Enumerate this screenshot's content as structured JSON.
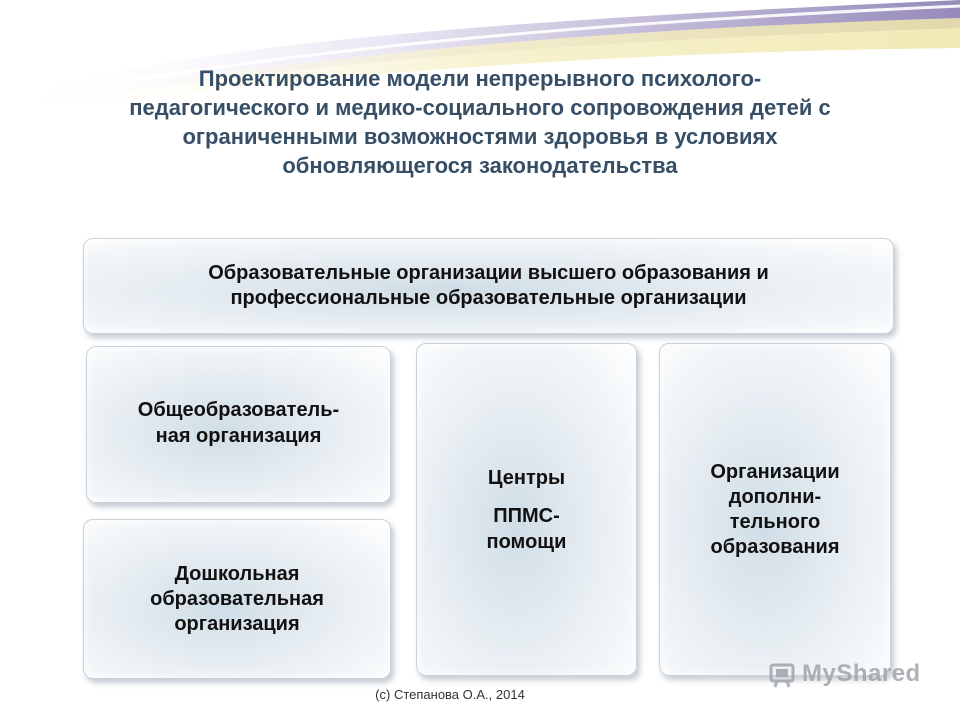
{
  "title": {
    "lines": [
      "Проектирование модели непрерывного психолого-",
      "педагогического и медико-социального сопровождения  детей с",
      "ограниченными возможностями здоровья в условиях",
      "обновляющегося законодательства"
    ]
  },
  "top_box": {
    "lines": [
      "Образовательные организации высшего образования и",
      "профессиональные образовательные организации"
    ]
  },
  "general_org": {
    "lines": [
      "Общеобразователь-",
      "ная организация"
    ]
  },
  "preschool_org": {
    "lines": [
      "Дошкольная",
      "образовательная",
      "организация"
    ]
  },
  "centers": {
    "line1": "Центры",
    "line2": "ППМС-",
    "line3": "помощи"
  },
  "additional_org": {
    "lines": [
      "Организации",
      "дополни-",
      "тельного",
      "образования"
    ]
  },
  "footer": {
    "copyright": "(c) Степанова О.А., 2014"
  },
  "watermark": {
    "brand": "MyShared",
    "icon": "myshared-logo-icon"
  },
  "colors": {
    "title": "#374f66",
    "box_fill": "#dbe5ec",
    "decor_purple": "#8c7fb5",
    "decor_yellow": "#f4eebf"
  }
}
